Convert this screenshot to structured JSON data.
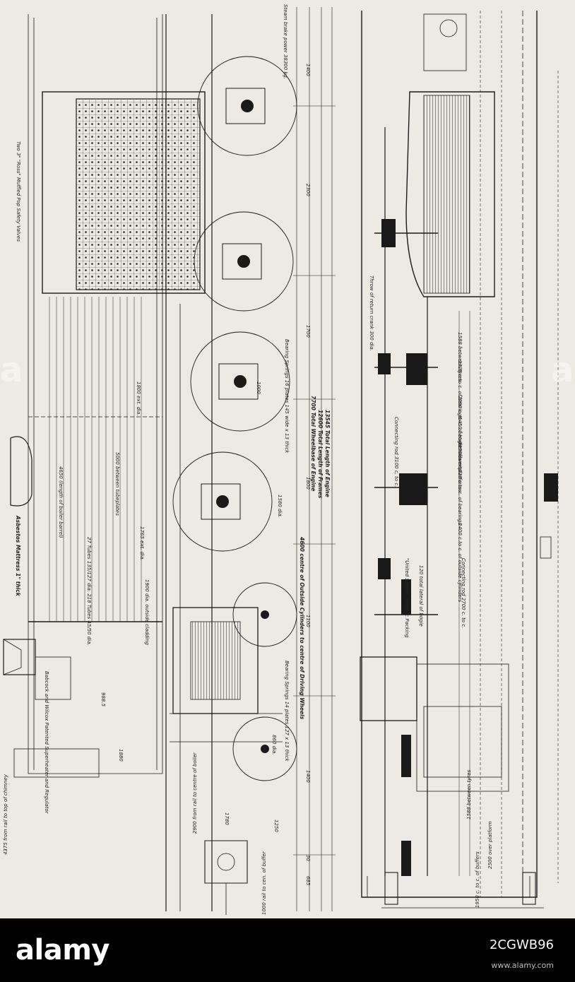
{
  "drawing": {
    "left_view_labels": {
      "safety_valves": "Two 3\" \"Ross\" Muffled Pop Safety Valves",
      "asbestos": "Asbestos Mattress 1\" thick",
      "superheater": "Babcock and Wilcox Patented Superheater and Regulator",
      "chimney": "4375 from rail to top of chimney",
      "boiler_centre": "2900 from rail to centre of boiler",
      "buffer": "1000 rail to cen. of buffer",
      "tubes": "27 Tubes 135/127 dia. 218 Tubes 45/50 dia.",
      "between_tubeplates": "5000 between tubeplates",
      "boiler_barrel": "4650 (length of boiler barrel)",
      "ext_dia_1800": "1800 ext. dia.",
      "ext_dia_1765": "1765 ext. dia.",
      "outside_cladding": "1900 dia. outside cladding",
      "cylinders": "4600 centre of Outside Cylinders to centre of Driving Wheels",
      "bearing_springs_front": "Bearing Springs 16 plates 145 wide x 13 thick",
      "bearing_springs_rear": "Bearing Springs 14 plates 127 x 13 thick"
    },
    "right_view_labels": {
      "wheelbase": "7700 Total Wheelbase of Engine",
      "frames": "12600 Total Length of Frames",
      "engine_length": "13545 Total Length of Engine",
      "steam_brake": "Steam brake power 38300 kg.",
      "return_crank": "Throw of return crank 300 dia.",
      "between_tyres_1588": "1588 between tyres",
      "bearings_1328": "1328 c.to c. of bearings",
      "bogie_rods": "2090 c. to c. of bogie rods",
      "between_frames": "1450 between frames",
      "over_platforms": "3150 over platforms",
      "bearings_1328b": "1328 c.to c. of bearings",
      "outside_cylinders": "2400 c.to c. of outside cylinders",
      "connecting_rod": "Connecting rod 3100 c. to c.",
      "united_states": "\"United States\" Metallic Packing",
      "bogie_lateral": "120 total lateral of bogie",
      "connecting_rod_2": "Connecting rod 2700 c. to c.",
      "buffers": "1950 c. to c. of buffers",
      "over_platform_2500": "2500 over platform",
      "tyres_1588b": "1588 between tyres"
    },
    "dimension_numbers": [
      "685",
      "1400",
      "2300",
      "1700",
      "1100",
      "1800",
      "1400",
      "30",
      "1000",
      "1580 dia.",
      "860 dia.",
      "1780",
      "1880",
      "988.5",
      "1250"
    ]
  },
  "footer": {
    "logo": "alamy",
    "stock_id": "2CGWB96",
    "url": "www.alamy.com"
  },
  "colors": {
    "paper": "#eceae2",
    "ink": "#1a1a1a",
    "footer_bg": "#000000"
  }
}
